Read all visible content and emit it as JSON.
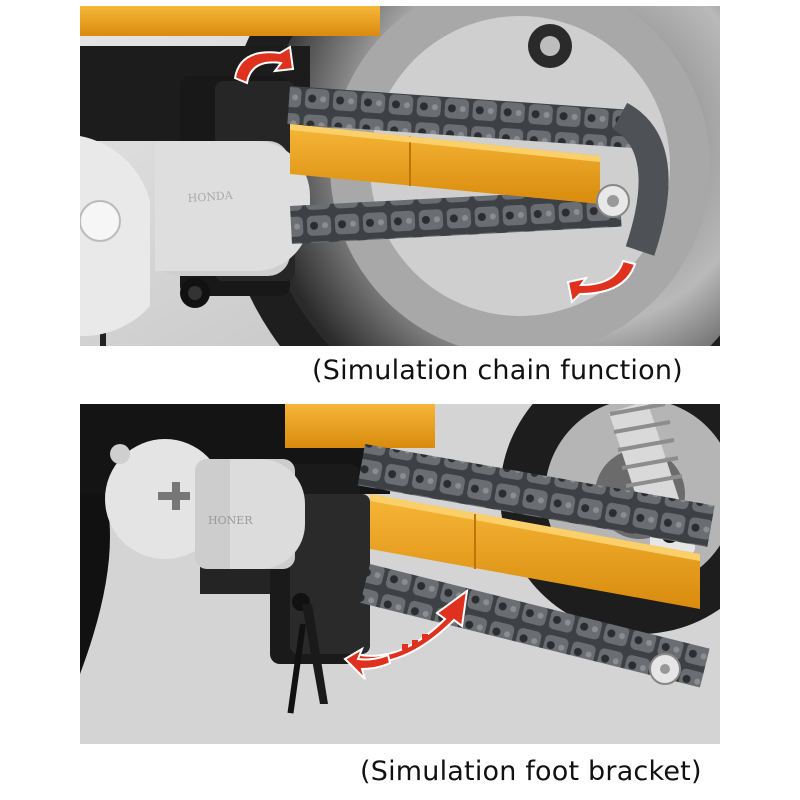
{
  "captions": {
    "top": "(Simulation chain function)",
    "bottom": "(Simulation foot bracket)"
  },
  "badges": {
    "top": "HONDA",
    "bottom": "HONER"
  },
  "colors": {
    "orange": "#f2a21a",
    "orange_dark": "#c77a08",
    "chain": "#5c5f63",
    "chain_light": "#8a8d91",
    "black_part": "#1c1c1c",
    "white_part": "#e6e6e6",
    "arrow_red": "#e0301e",
    "panel_bg": "#cfcfcf"
  },
  "icons": {
    "arrow_top": "curved-arrow-icon",
    "arrow_bottom": "swing-arrow-icon"
  }
}
